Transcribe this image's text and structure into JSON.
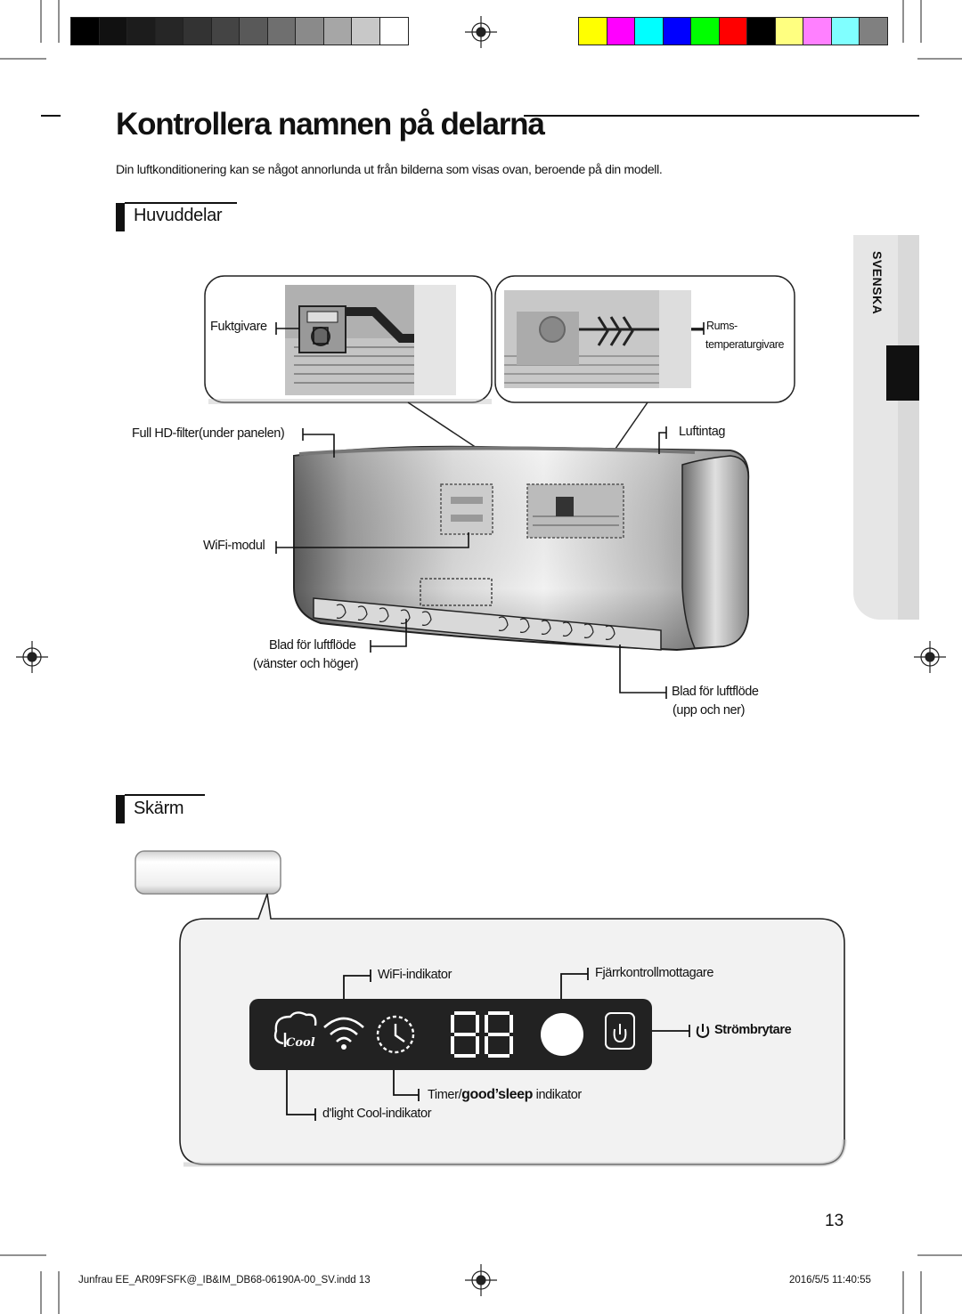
{
  "page": {
    "title": "Kontrollera namnen på delarna",
    "intro": "Din luftkonditionering kan se något annorlunda ut från bilderna som visas ovan, beroende på din modell.",
    "page_number": "13",
    "language_tab": "SVENSKA"
  },
  "sections": {
    "main_parts": {
      "heading": "Huvuddelar",
      "labels": {
        "humidity_sensor": "Fuktgivare",
        "room_temp_sensor_1": "Rums-",
        "room_temp_sensor_2": "temperaturgivare",
        "filter": "Full HD-filter(under panelen)",
        "air_intake": "Luftintag",
        "wifi_module": "WiFi-modul",
        "blade_lr_1": "Blad för luftflöde",
        "blade_lr_2": "(vänster och höger)",
        "blade_ud_1": "Blad för luftflöde",
        "blade_ud_2": "(upp och ner)"
      }
    },
    "display": {
      "heading": "Skärm",
      "labels": {
        "wifi_indicator": "WiFi-indikator",
        "remote_receiver": "Fjärrkontrollmottagare",
        "power_switch": "Strömbrytare",
        "timer_prefix": "Timer/",
        "timer_brand": "good’sleep",
        "timer_suffix": "indikator",
        "cool_indicator": "d'light Cool-indikator"
      },
      "panel": {
        "cool_text": "Cool",
        "segment_digits": "88"
      }
    }
  },
  "footer": {
    "file": "Junfrau EE_AR09FSFK@_IB&IM_DB68-06190A-00_SV.indd   13",
    "timestamp": "2016/5/5   11:40:55"
  },
  "colors": {
    "grayscale_bar": [
      "#000000",
      "#111111",
      "#1c1c1c",
      "#262626",
      "#333333",
      "#444444",
      "#595959",
      "#6f6f6f",
      "#8a8a8a",
      "#a6a6a6",
      "#c8c8c8",
      "#ffffff"
    ],
    "color_bar": [
      "#ffff00",
      "#ff00ff",
      "#00ffff",
      "#0000ff",
      "#00ff00",
      "#ff0000",
      "#000000",
      "#ffff80",
      "#ff80ff",
      "#80ffff",
      "#808080"
    ],
    "display_panel": "#222222",
    "language_tab": "#d9d9d9"
  }
}
